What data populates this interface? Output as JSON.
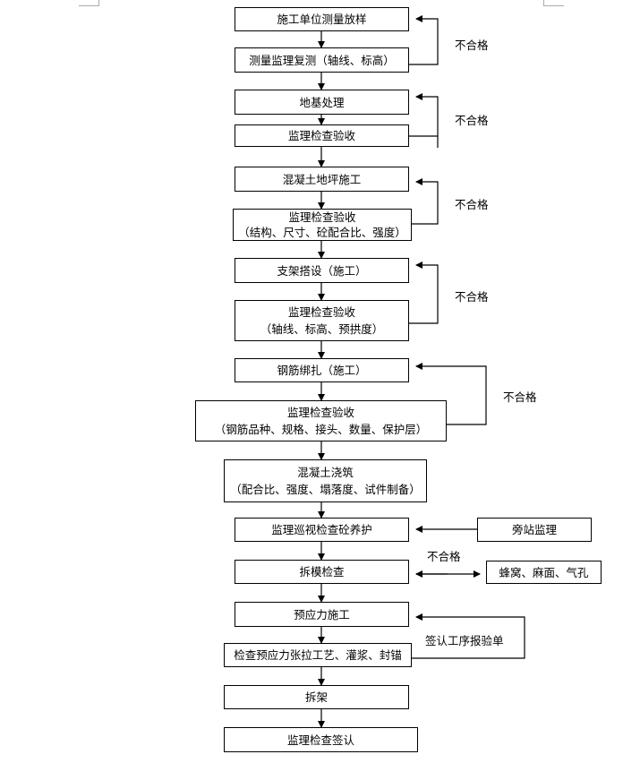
{
  "steps": {
    "s1": "施工单位测量放样",
    "s2": "测量监理复测（轴线、标高）",
    "s3": "地基处理",
    "s4": "监理检查验收",
    "s5": "混凝土地坪施工",
    "s6_l1": "监理检查验收",
    "s6_l2": "（结构、尺寸、砼配合比、强度）",
    "s7": "支架搭设（施工）",
    "s8_l1": "监理检查验收",
    "s8_l2": "（轴线、标高、预拱度）",
    "s9": "钢筋绑扎（施工）",
    "s10_l1": "监理检查验收",
    "s10_l2": "（钢筋品种、规格、接头、数量、保护层）",
    "s11_l1": "混凝土浇筑",
    "s11_l2": "（配合比、强度、塌落度、试件制备）",
    "s12": "监理巡视检查砼养护",
    "s13": "拆模检查",
    "s14": "预应力施工",
    "s15": "检查预应力张拉工艺、灌浆、封锚",
    "s16": "拆架",
    "s17": "监理检查签认"
  },
  "side": {
    "station": "旁站监理",
    "defects": "蜂窝、麻面、气孔"
  },
  "labels": {
    "fail1": "不合格",
    "fail2": "不合格",
    "fail3": "不合格",
    "fail4": "不合格",
    "fail5": "不合格",
    "fail6": "不合格",
    "confirm": "签认工序报验单"
  }
}
